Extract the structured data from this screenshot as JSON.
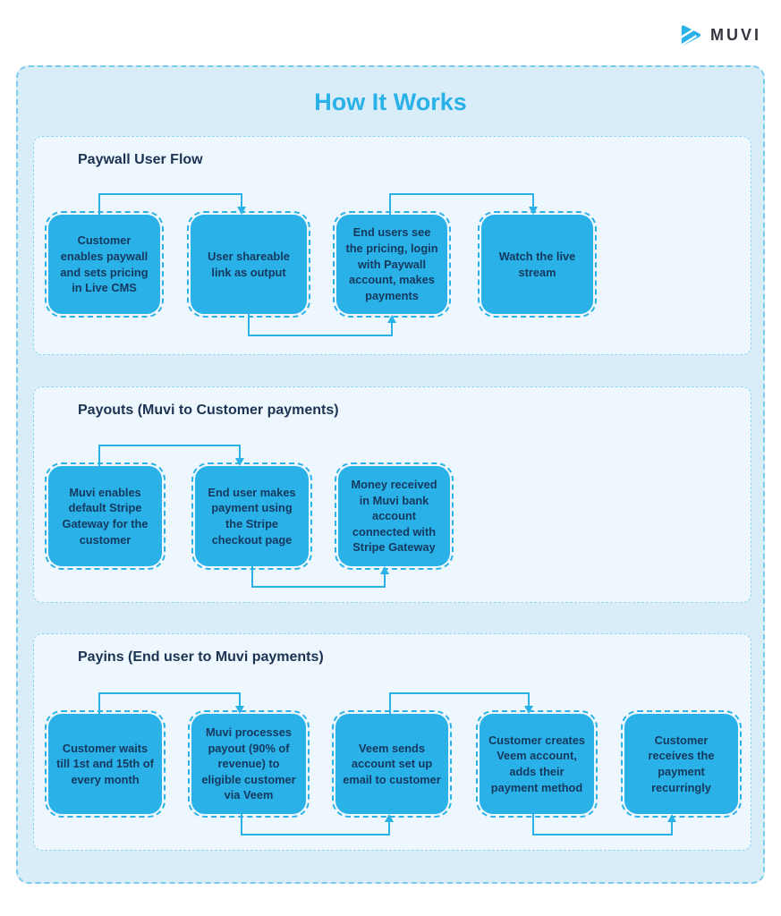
{
  "brand": {
    "name": "MUVI"
  },
  "title": "How It Works",
  "colors": {
    "accent": "#2ab1e8",
    "box_text": "#15395e",
    "heading_text": "#1c3353",
    "panel_bg": "#d9edf9",
    "panel_border": "#7accee",
    "section_bg": "#eef7fd",
    "section_border": "#8ed5f3",
    "brand_text": "#34363e",
    "page_bg": "#ffffff"
  },
  "sections": [
    {
      "heading": "Paywall User Flow",
      "boxes": [
        "Customer enables paywall and sets pricing in Live CMS",
        "User shareable link as output",
        "End users see the pricing, login with Paywall account, makes payments",
        "Watch the live stream"
      ]
    },
    {
      "heading": "Payouts (Muvi to Customer payments)",
      "boxes": [
        "Muvi enables default Stripe Gateway for the customer",
        "End user makes payment using the Stripe checkout page",
        "Money received in Muvi bank account connected with Stripe Gateway"
      ]
    },
    {
      "heading": "Payins (End user to Muvi payments)",
      "boxes": [
        "Customer waits till 1st and 15th of every month",
        "Muvi processes payout (90% of revenue) to eligible customer via Veem",
        "Veem sends account set up email to customer",
        "Customer creates Veem account, adds their payment method",
        "Customer receives the payment recurringly"
      ]
    }
  ]
}
